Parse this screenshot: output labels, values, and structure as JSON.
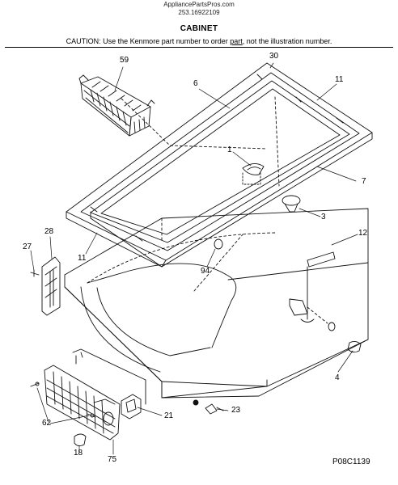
{
  "header": {
    "site": "AppliancePartsPros.com",
    "model": "253.16922109",
    "title": "CABINET",
    "caution_prefix": "CAUTION: Use the Kenmore part number to order ",
    "caution_link": "part",
    "caution_suffix": ", not the illustration number."
  },
  "callouts": [
    "59",
    "30",
    "6",
    "11",
    "1",
    "7",
    "3",
    "12",
    "28",
    "27",
    "11",
    "94",
    "4",
    "21",
    "23",
    "62",
    "18",
    "75"
  ],
  "figure_ref": "P08C1139"
}
